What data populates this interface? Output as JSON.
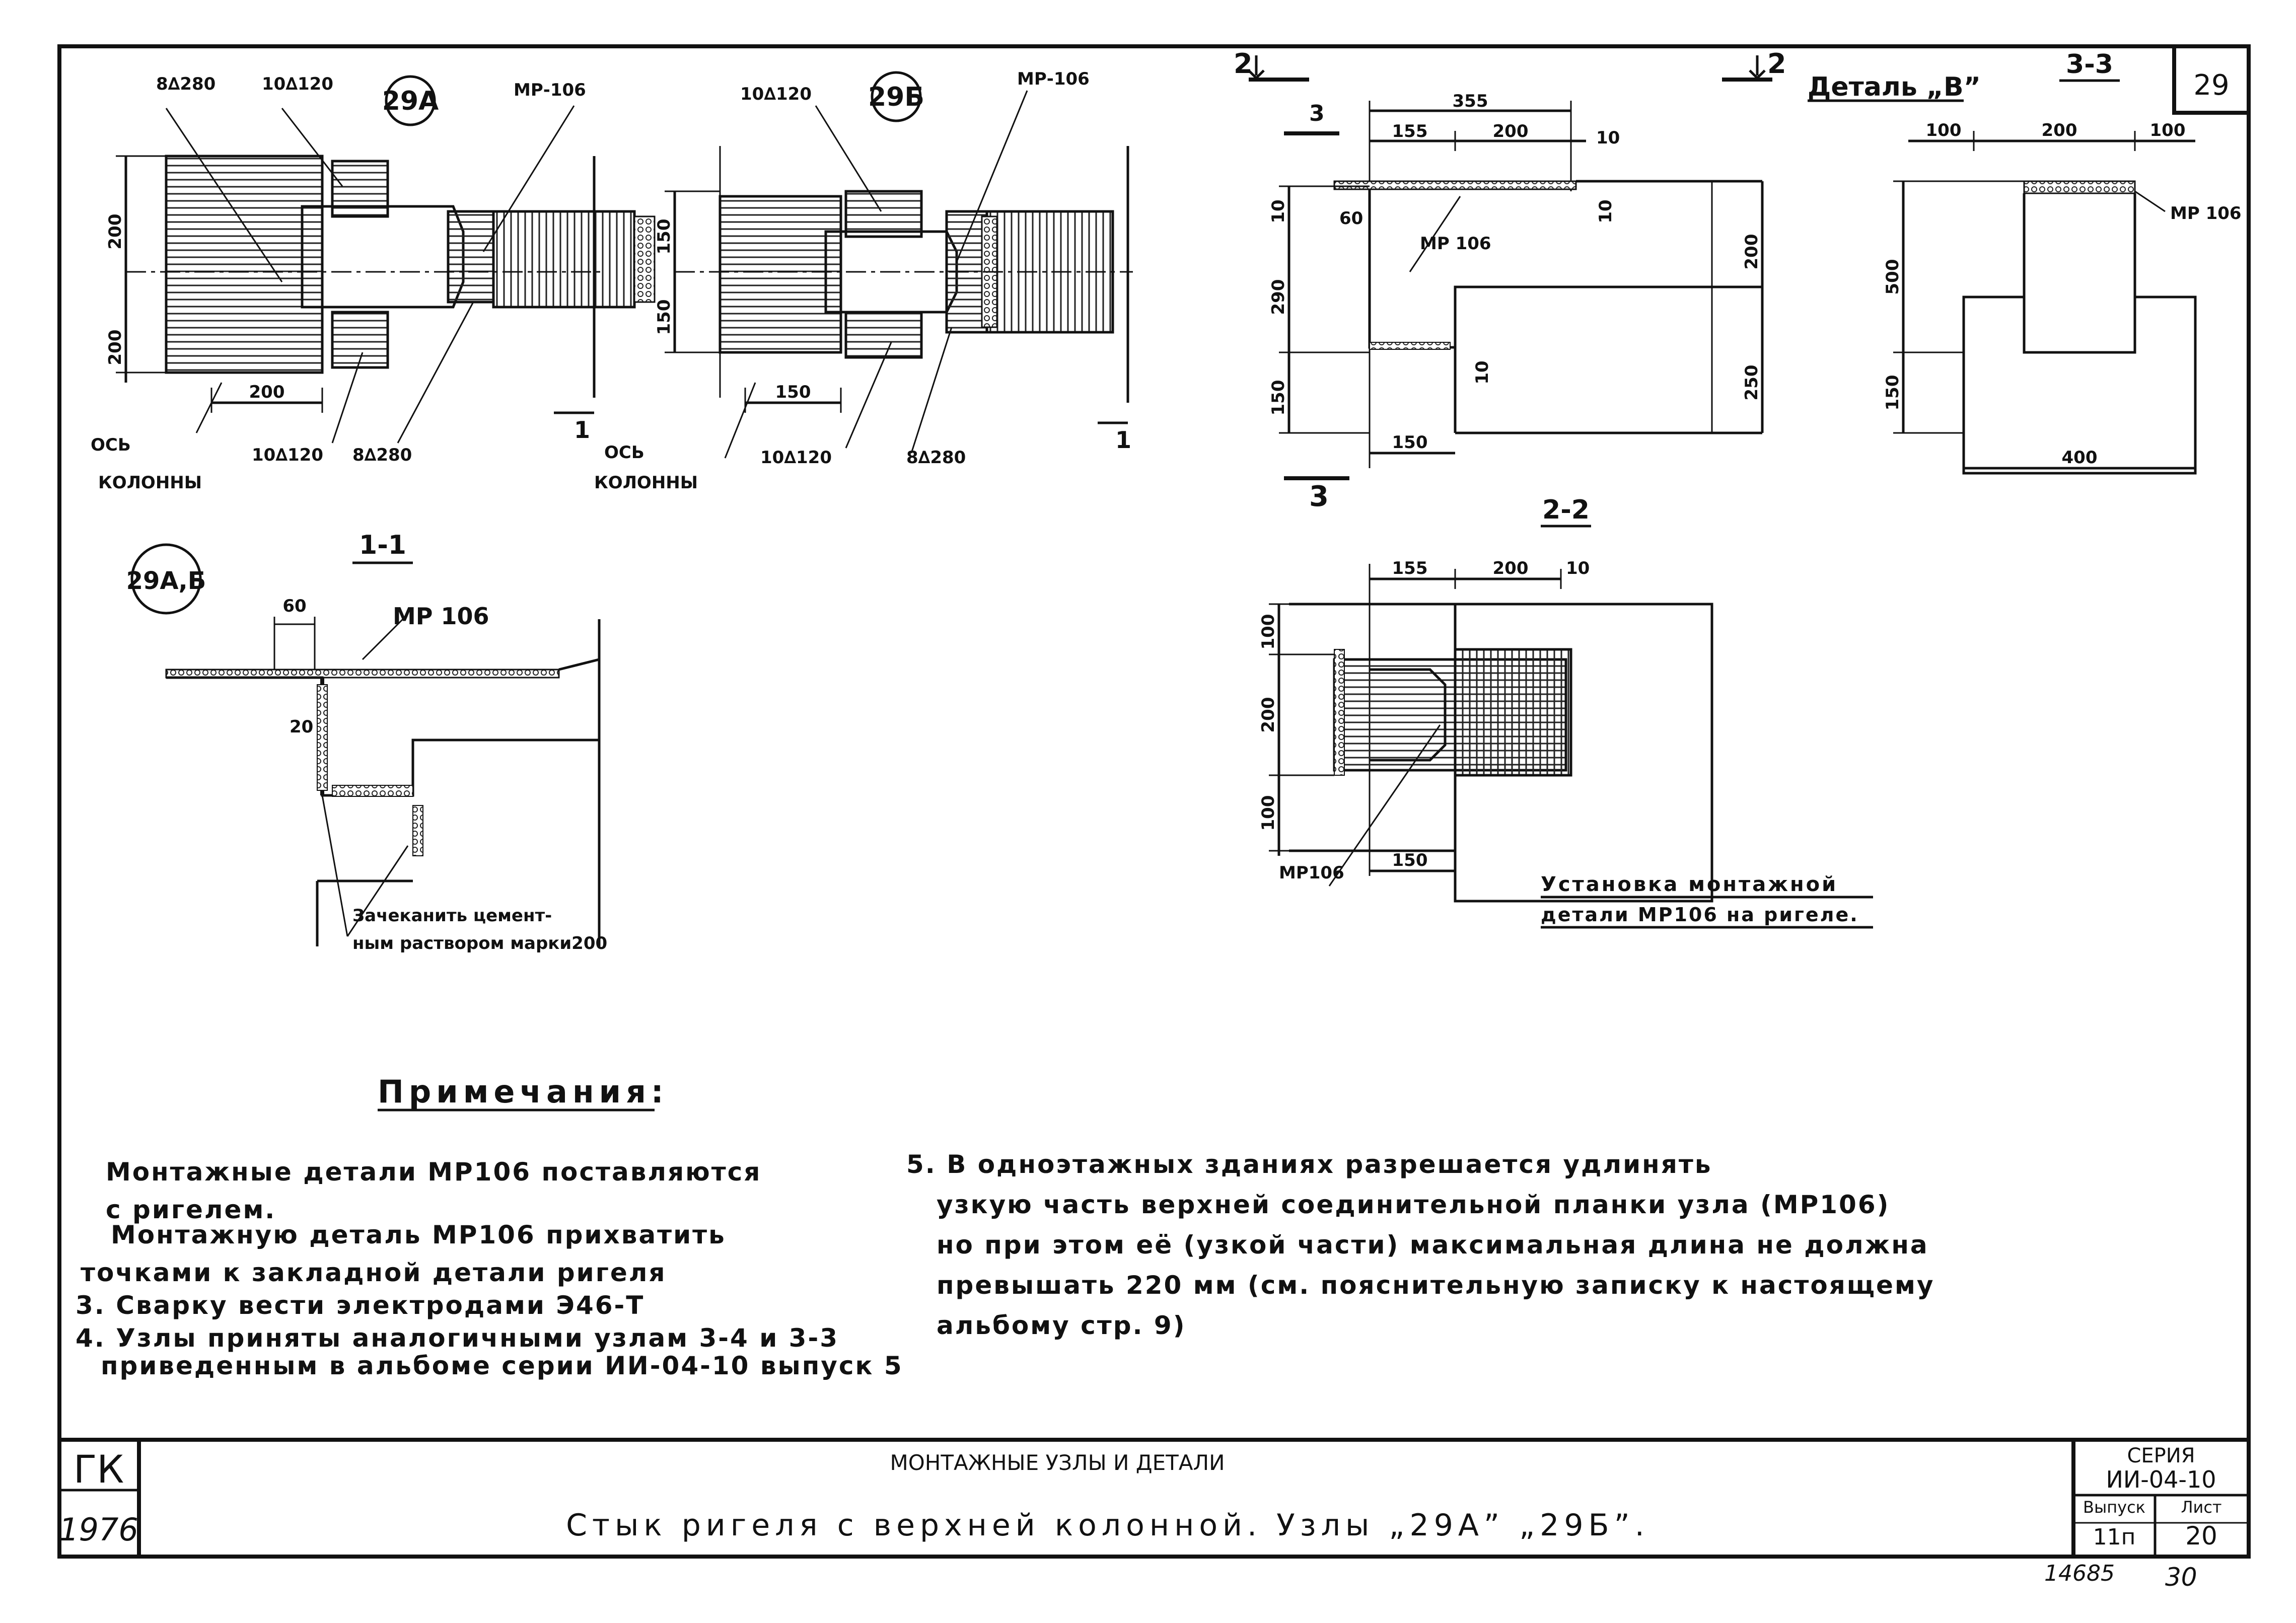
{
  "sheet": {
    "number_top": "29",
    "issuer": "ГК",
    "year": "1976",
    "heading": "МОНТАЖНЫЕ УЗЛЫ И ДЕТАЛИ",
    "title": "Стык ригеля с верхней колонной.  Узлы „29А” „29Б”.",
    "series_label": "СЕРИЯ",
    "series_value": "ИИ-04-10",
    "issue_label": "Выпуск",
    "issue_value": "11п",
    "sheet_label": "Лист",
    "sheet_value": "20",
    "footer_number": "14685",
    "footer_page": "30"
  },
  "node29a": {
    "label": "29А",
    "rebar_top_left": "8∆280",
    "rebar_top_mid": "10∆120",
    "plate": "МР-106",
    "dims_left": [
      "200",
      "200"
    ],
    "dim_bottom": "200",
    "axis": "ОСЬ",
    "column": "КОЛОННЫ",
    "rebar_bottom_mid": "10∆120",
    "rebar_bottom_right": "8∆280",
    "section_mark": "1"
  },
  "node29b": {
    "label": "29Б",
    "rebar_top": "10∆120",
    "plate": "МР-106",
    "dims_left": [
      "150",
      "150"
    ],
    "dim_bottom": "150",
    "axis": "ОСЬ",
    "column": "КОЛОННЫ",
    "rebar_bottom_mid": "10∆120",
    "rebar_bottom_right": "8∆280",
    "section_mark": "1"
  },
  "section11": {
    "node_label": "29А,Б",
    "title": "1-1",
    "dim_top": "60",
    "plate": "МР 106",
    "dim_side": "20",
    "note_line1": "Зачеканить цемент-",
    "note_line2": "ным раствором марки200"
  },
  "section22top": {
    "mark_left": "2",
    "mark_right": "2",
    "mark3": "3",
    "dim_total": "355",
    "dim_a": "155",
    "dim_b": "200",
    "dim_c": "10",
    "dim_60": "60",
    "plate": "МР 106",
    "dims_left": [
      "10",
      "290",
      "150"
    ],
    "dims_right": [
      "200",
      "250"
    ],
    "dim_10_small": "10",
    "dim_10_right": "10",
    "dim_bottom": "150"
  },
  "detailB": {
    "title": "Деталь „В”",
    "section": "3-3",
    "dims_top": [
      "100",
      "200",
      "100"
    ],
    "plate": "МР 106",
    "dims_left": [
      "500",
      "150"
    ],
    "dim_bottom": "400"
  },
  "section22": {
    "title": "2-2",
    "dims_top": [
      "155",
      "200",
      "10"
    ],
    "dims_left": [
      "100",
      "200",
      "100"
    ],
    "dim_bottom": "150",
    "plate": "МР106",
    "caption1": "Установка монтажной",
    "caption2": "детали МР106 на ригеле."
  },
  "notes": {
    "title": "Примечания:",
    "left": [
      "Монтажные детали МР106 поставляются",
      "с ригелем.",
      "Монтажную деталь МР106 прихватить",
      "точками к закладной детали ригеля",
      "3. Сварку вести электродами Э46-Т",
      "4. Узлы приняты аналогичными узлам 3-4 и 3-3",
      "приведенным в альбоме серии ИИ-04-10 выпуск 5"
    ],
    "right": [
      "5. В одноэтажных зданиях разрешается удлинять",
      "узкую часть верхней соединительной планки узла (МР106)",
      "но при этом её (узкой части) максимальная длина не должна",
      "превышать 220 мм (см. пояснительную записку к настоящему",
      "альбому стр. 9)"
    ]
  }
}
